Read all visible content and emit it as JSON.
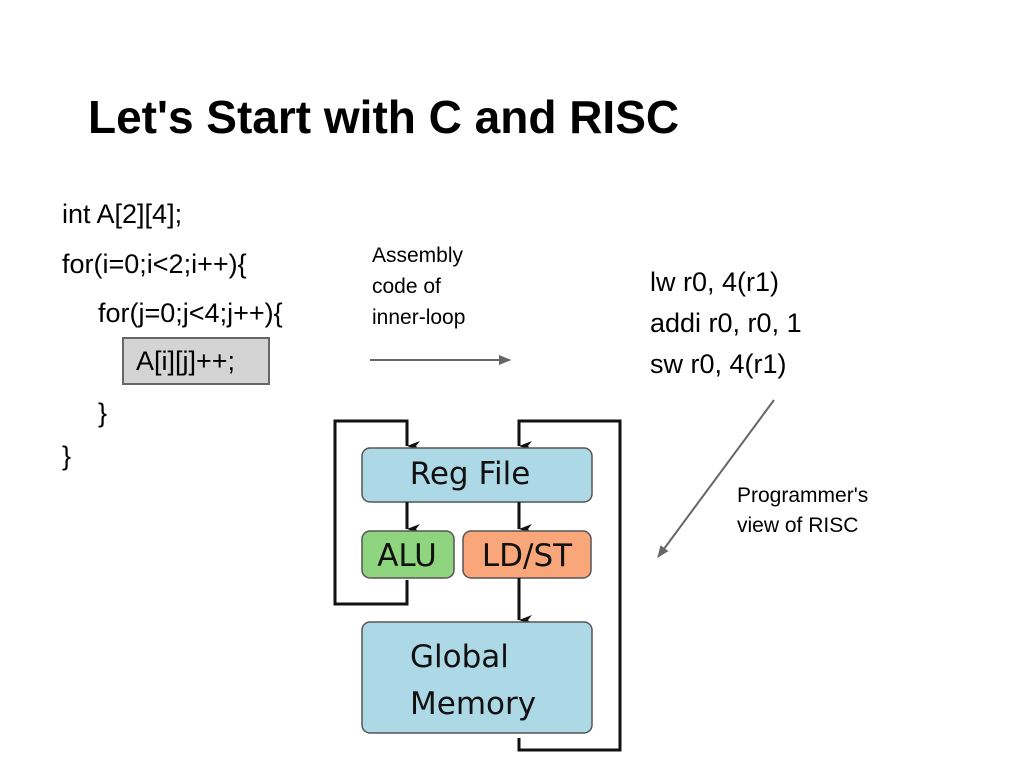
{
  "slide": {
    "title": "Let's Start with C and RISC"
  },
  "c_code": {
    "lines": [
      "int A[2][4];",
      "for(i=0;i<2;i++){",
      "for(j=0;j<4;j++){",
      "A[i][j]++;",
      "}",
      "}"
    ]
  },
  "assembly_note": {
    "lines": [
      "Assembly",
      "code of",
      "inner-loop"
    ]
  },
  "assembly": {
    "lines": [
      "lw r0, 4(r1)",
      "addi r0, r0, 1",
      "sw r0, 4(r1)"
    ]
  },
  "risc_note": {
    "lines": [
      "Programmer's",
      "view of RISC"
    ]
  },
  "diagram": {
    "reg_file": "Reg File",
    "alu": "ALU",
    "ldst": "LD/ST",
    "memory_line1": "Global",
    "memory_line2": "Memory",
    "colors": {
      "reg_file": "#add8e6",
      "alu": "#8fd47f",
      "ldst": "#f9a77a",
      "memory": "#add8e6",
      "highlight": "#d4d4d4"
    }
  }
}
